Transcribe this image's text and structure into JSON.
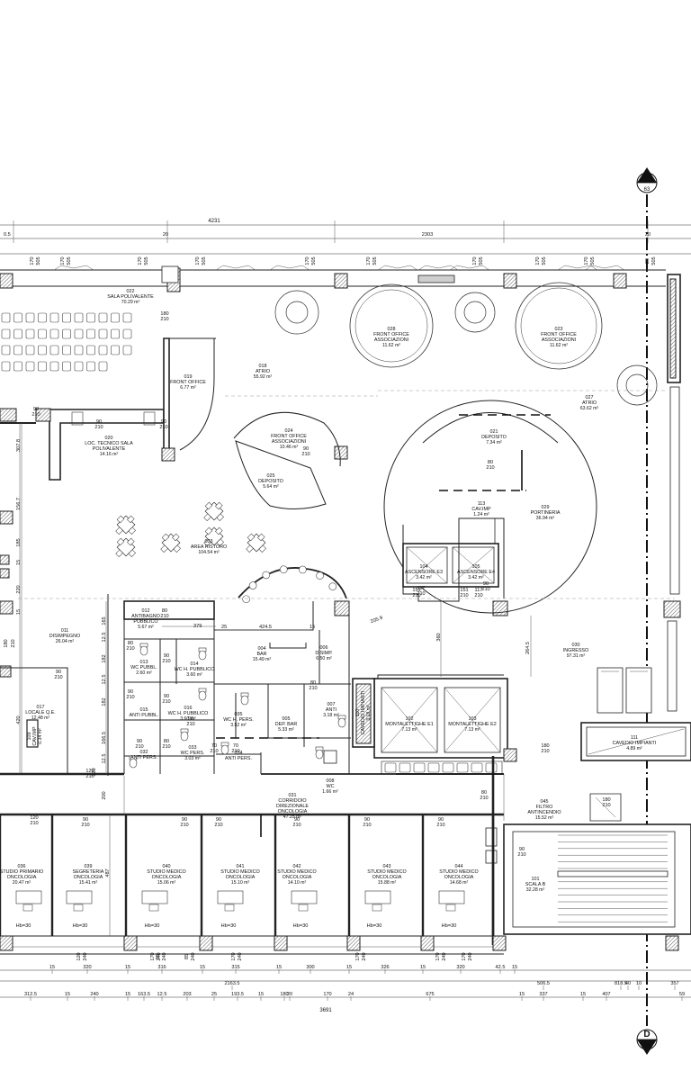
{
  "section_markers": [
    {
      "letter": "D",
      "sheet": "63"
    },
    {
      "letter": "D",
      "sheet": "63"
    }
  ],
  "rooms": [
    {
      "num": "022",
      "name": [
        "SALA POLIVALENTE"
      ],
      "area": "70.29 m²"
    },
    {
      "num": "018",
      "name": [
        "ATRIO"
      ],
      "area": "55.92 m²"
    },
    {
      "num": "028",
      "name": [
        "FRONT OFFICE",
        "ASSOCIAZIONI"
      ],
      "area": "11.62 m²"
    },
    {
      "num": "023",
      "name": [
        "FRONT OFFICE",
        "ASSOCIAZIONI"
      ],
      "area": "11.62 m²"
    },
    {
      "num": "027",
      "name": [
        "ATRIO"
      ],
      "area": "63.62 m²"
    },
    {
      "num": "019",
      "name": [
        "FRONT OFFICE"
      ],
      "area": "6.77 m²"
    },
    {
      "num": "020",
      "name": [
        "LOC. TECNICO SALA",
        "POLIVALENTE"
      ],
      "area": "14.16 m²"
    },
    {
      "num": "024",
      "name": [
        "FRONT OFFICE",
        "ASSOCIAZIONI"
      ],
      "area": "10.46 m²"
    },
    {
      "num": "025",
      "name": [
        "DEPOSITO"
      ],
      "area": "5.64 m²"
    },
    {
      "num": "021",
      "name": [
        "DEPOSITO"
      ],
      "area": "7.34 m²"
    },
    {
      "num": "113",
      "name": [
        "CAV.IMP"
      ],
      "area": "1.24 m²"
    },
    {
      "num": "029",
      "name": [
        "PORTINERIA"
      ],
      "area": "36.94 m²"
    },
    {
      "num": "003",
      "name": [
        "AREA RISTORO"
      ],
      "area": "104.54 m²"
    },
    {
      "num": "104",
      "name": [
        "ASCENSORE E3"
      ],
      "area": "3.42 m²"
    },
    {
      "num": "105",
      "name": [
        "ASCENSORE E4"
      ],
      "area": "3.42 m²"
    },
    {
      "num": "012",
      "name": [
        "ANTIBAGNO",
        "PUBBLICO"
      ],
      "area": "5.67 m²"
    },
    {
      "num": "011",
      "name": [
        "DISIMPEGNO"
      ],
      "area": "26.04 m²"
    },
    {
      "num": "013",
      "name": [
        "WC PUBBL."
      ],
      "area": "2.60 m²"
    },
    {
      "num": "014",
      "name": [
        "WC H. PUBBLICO"
      ],
      "area": "3.60 m²"
    },
    {
      "num": "004",
      "name": [
        "BAR"
      ],
      "area": "15.49 m²"
    },
    {
      "num": "006",
      "name": [
        "DISIMP."
      ],
      "area": "6.50 m²"
    },
    {
      "num": "030",
      "name": [
        "INGRESSO"
      ],
      "area": "97.31 m²"
    },
    {
      "num": "017",
      "name": [
        "LOCALE Q.E."
      ],
      "area": "12.48 m²"
    },
    {
      "num": "109",
      "name": [
        "CAV.IMP"
      ],
      "area": "0.34 m²"
    },
    {
      "num": "015",
      "name": [
        "ANTI PUBBL."
      ],
      "area": ""
    },
    {
      "num": "016",
      "name": [
        "WC H. PUBBLICO"
      ],
      "area": "3.60 m²"
    },
    {
      "num": "035",
      "name": [
        "WC H. PERS."
      ],
      "area": "3.52 m²"
    },
    {
      "num": "005",
      "name": [
        "DEP. BAR"
      ],
      "area": "5.33 m²"
    },
    {
      "num": "007",
      "name": [
        "ANTI"
      ],
      "area": "3.18 m²"
    },
    {
      "num": "110",
      "name": [
        "CAVEDIO IMPIANTI"
      ],
      "area": "3.18 m²"
    },
    {
      "num": "102",
      "name": [
        "MONTALETTIGHE E1"
      ],
      "area": "7.13 m²"
    },
    {
      "num": "103",
      "name": [
        "MONTALETTIGHE E2"
      ],
      "area": "7.13 m²"
    },
    {
      "num": "111",
      "name": [
        "CAVEDIO IMPIANTI"
      ],
      "area": "4.89 m²"
    },
    {
      "num": "032",
      "name": [
        "ANTI PERS."
      ],
      "area": ""
    },
    {
      "num": "033",
      "name": [
        "WC PERS."
      ],
      "area": "3.03 m²"
    },
    {
      "num": "034",
      "name": [
        "ANTI PERS."
      ],
      "area": ""
    },
    {
      "num": "031",
      "name": [
        "CORRIDOIO",
        "DIREZIONALE",
        "ONCOLOGIA"
      ],
      "area": "47.25 m²"
    },
    {
      "num": "008",
      "name": [
        "WC"
      ],
      "area": "1.66 m²"
    },
    {
      "num": "045",
      "name": [
        "FILTRO",
        "ANTINCENDIO"
      ],
      "area": "15.52 m²"
    },
    {
      "num": "036",
      "name": [
        "STUDIO PRIMARIO",
        "ONCOLOGIA"
      ],
      "area": "20.47 m²"
    },
    {
      "num": "039",
      "name": [
        "SEGRETERIA",
        "ONCOLOGIA"
      ],
      "area": "15.41 m²"
    },
    {
      "num": "040",
      "name": [
        "STUDIO MEDICO",
        "ONCOLOGIA"
      ],
      "area": "15.06 m²"
    },
    {
      "num": "041",
      "name": [
        "STUDIO MEDICO",
        "ONCOLOGIA"
      ],
      "area": "15.10 m²"
    },
    {
      "num": "042",
      "name": [
        "STUDIO MEDICO",
        "ONCOLOGIA"
      ],
      "area": "14.10 m²"
    },
    {
      "num": "043",
      "name": [
        "STUDIO MEDICO",
        "ONCOLOGIA"
      ],
      "area": "15.88 m²"
    },
    {
      "num": "044",
      "name": [
        "STUDIO MEDICO",
        "ONCOLOGIA"
      ],
      "area": "14.68 m²"
    },
    {
      "num": "101",
      "name": [
        "SCALA B"
      ],
      "area": "32.28 m²"
    }
  ],
  "dimensions": {
    "top_total": "4231",
    "top_left_partial": "0.5",
    "top_mid_a": "20",
    "top_mid_b": "2303",
    "top_right": "20",
    "window_pairs": [
      [
        "170",
        "505"
      ],
      [
        "170",
        "505"
      ],
      [
        "170",
        "505"
      ],
      [
        "170",
        "505"
      ],
      [
        "170",
        "505"
      ],
      [
        "170",
        "505"
      ],
      [
        "170",
        "505"
      ],
      [
        "170",
        "505"
      ],
      [
        "170",
        "505"
      ],
      [
        "20",
        "505"
      ]
    ],
    "left_side": [
      "307.8",
      "156.7",
      "185",
      "15",
      "220",
      "15",
      "180",
      "210"
    ],
    "interior": [
      "379",
      "25",
      "424.5",
      "15",
      "205.9",
      "360",
      "264.5",
      "165",
      "12.5",
      "182",
      "12.5",
      "182",
      "166.5",
      "12.5",
      "120",
      "200",
      "487",
      "420"
    ],
    "door_codes": [
      "180 210",
      "90 210",
      "90 210",
      "90 210",
      "90 210",
      "80 210",
      "90 210",
      "80 210",
      "80 210",
      "90 210",
      "90 210",
      "90 210",
      "90 210",
      "80 210",
      "90 210",
      "70 210",
      "151 210",
      "151 210",
      "117 210",
      "117 210",
      "70 210",
      "120 210",
      "180 210",
      "80 210",
      "90 210",
      "120 210",
      "90 210",
      "90 210",
      "90 210",
      "90 210",
      "90 210",
      "90 210",
      "90 210",
      "180 210",
      "80 210"
    ],
    "hb_labels": [
      "Hb=30",
      "Hb=30",
      "Hb=30",
      "Hb=30",
      "Hb=30",
      "Hb=30",
      "Hb=30"
    ],
    "bottom_window_pairs": [
      [
        "120",
        "240"
      ],
      [
        "170",
        "240"
      ],
      [
        "85",
        "240"
      ],
      [
        "85",
        "240"
      ],
      [
        "170",
        "240"
      ],
      [
        "170",
        "240"
      ],
      [
        "170",
        "240"
      ],
      [
        "170",
        "240"
      ]
    ],
    "bottom_row1": [
      "15",
      "320",
      "15",
      "316",
      "15",
      "315",
      "15",
      "300",
      "15",
      "326",
      "15",
      "320",
      "42.5",
      "15"
    ],
    "bottom_row2": [
      "2163.5",
      "506.5",
      "818.5",
      "40",
      "10",
      "357"
    ],
    "bottom_row3": [
      "312.5",
      "15",
      "240",
      "15",
      "163.5",
      "12.5",
      "203",
      "25",
      "193.5",
      "15",
      "180",
      "20",
      "170",
      "24",
      "675",
      "15",
      "337",
      "15",
      "407",
      "59"
    ],
    "bottom_total": "3691"
  }
}
